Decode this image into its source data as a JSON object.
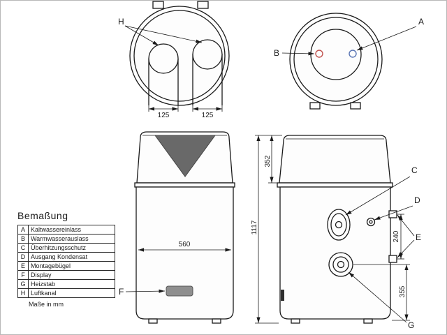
{
  "legend": {
    "title": "Bemaßung",
    "rows": [
      {
        "key": "A",
        "label": "Kaltwassereinlass"
      },
      {
        "key": "B",
        "label": "Warmwasserauslass"
      },
      {
        "key": "C",
        "label": "Überhitzungsschutz"
      },
      {
        "key": "D",
        "label": "Ausgang Kondensat"
      },
      {
        "key": "E",
        "label": "Montagebügel"
      },
      {
        "key": "F",
        "label": "Display"
      },
      {
        "key": "G",
        "label": "Heizstab"
      },
      {
        "key": "H",
        "label": "Luftkanal"
      }
    ],
    "note": "Maße in mm"
  },
  "callouts": {
    "a": "A",
    "b": "B",
    "c": "C",
    "d": "D",
    "e": "E",
    "f": "F",
    "g": "G",
    "h": "H"
  },
  "dims": {
    "duct_left": "125",
    "duct_right": "125",
    "front_width": "560",
    "hood_height": "352",
    "total_height": "1117",
    "bracket_spacing": "240",
    "heater_height": "355"
  },
  "colors": {
    "line": "#1a1a1a",
    "hot_port": "#c0524e",
    "cold_port": "#5b76b5",
    "triangle": "#696969",
    "display": "#8f8f8f"
  }
}
